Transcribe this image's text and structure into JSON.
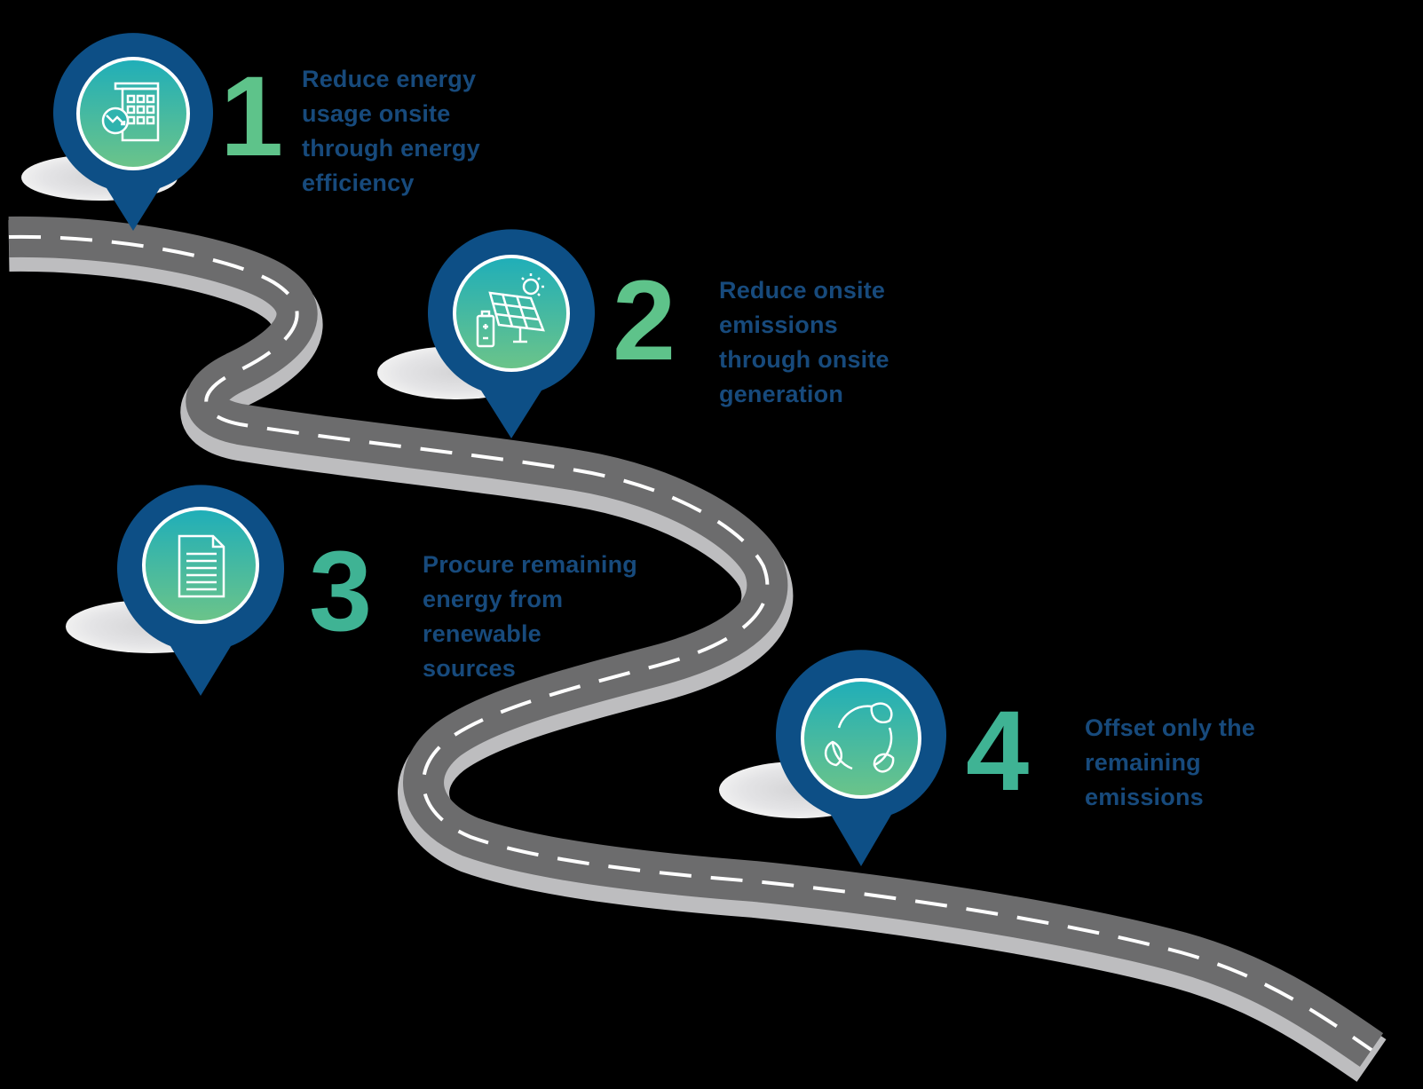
{
  "colors": {
    "background": "#000000",
    "pin_ring": "#0d4f86",
    "gradient_top": "#1faeb9",
    "gradient_bottom": "#6cc489",
    "number_green": "#5ec38a",
    "text_navy": "#174a7c",
    "road": "#6c6c6d",
    "road_side": "#bdbdbf",
    "lane_mark": "#ffffff"
  },
  "steps": [
    {
      "number": "1",
      "icon": "building-efficiency-icon",
      "lines": [
        "Reduce energy",
        "usage onsite",
        "through energy",
        "efficiency"
      ]
    },
    {
      "number": "2",
      "icon": "solar-panel-battery-icon",
      "lines": [
        "Reduce onsite",
        "emissions",
        "through onsite",
        "generation"
      ]
    },
    {
      "number": "3",
      "icon": "document-icon",
      "lines": [
        "Procure remaining",
        "energy from",
        "renewable",
        "sources"
      ]
    },
    {
      "number": "4",
      "icon": "recycle-leaves-icon",
      "lines": [
        "Offset only the",
        "remaining",
        "emissions"
      ]
    }
  ]
}
